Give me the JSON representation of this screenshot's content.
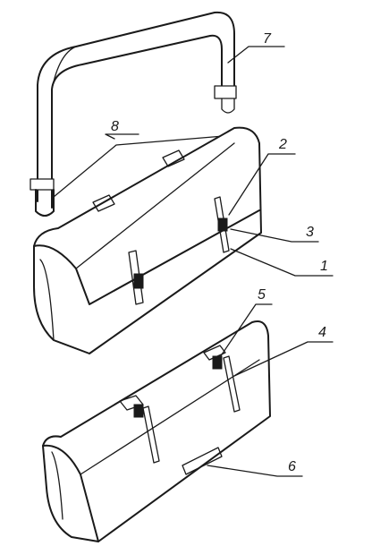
{
  "diagram": {
    "callouts": [
      {
        "id": "1",
        "text": "1"
      },
      {
        "id": "2",
        "text": "2"
      },
      {
        "id": "3",
        "text": "3"
      },
      {
        "id": "4",
        "text": "4"
      },
      {
        "id": "5",
        "text": "5"
      },
      {
        "id": "6",
        "text": "6"
      },
      {
        "id": "7",
        "text": "7"
      },
      {
        "id": "8",
        "text": "8"
      }
    ],
    "colors": {
      "ink": "#1a1a1a",
      "paper": "#ffffff"
    }
  }
}
